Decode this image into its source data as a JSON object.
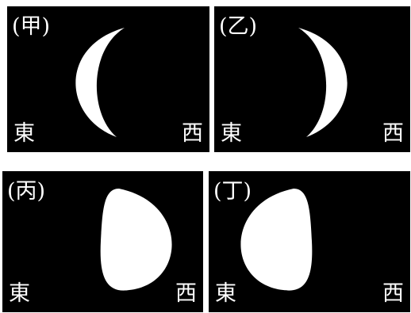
{
  "panels": [
    {
      "label": "(甲)",
      "east": "東",
      "west": "西",
      "phase": "waning-crescent"
    },
    {
      "label": "(乙)",
      "east": "東",
      "west": "西",
      "phase": "waxing-crescent"
    },
    {
      "label": "(丙)",
      "east": "東",
      "west": "西",
      "phase": "waxing-gibbous"
    },
    {
      "label": "(丁)",
      "east": "東",
      "west": "西",
      "phase": "waning-gibbous"
    }
  ],
  "colors": {
    "background": "#000000",
    "moon": "#ffffff",
    "page": "#ffffff"
  }
}
